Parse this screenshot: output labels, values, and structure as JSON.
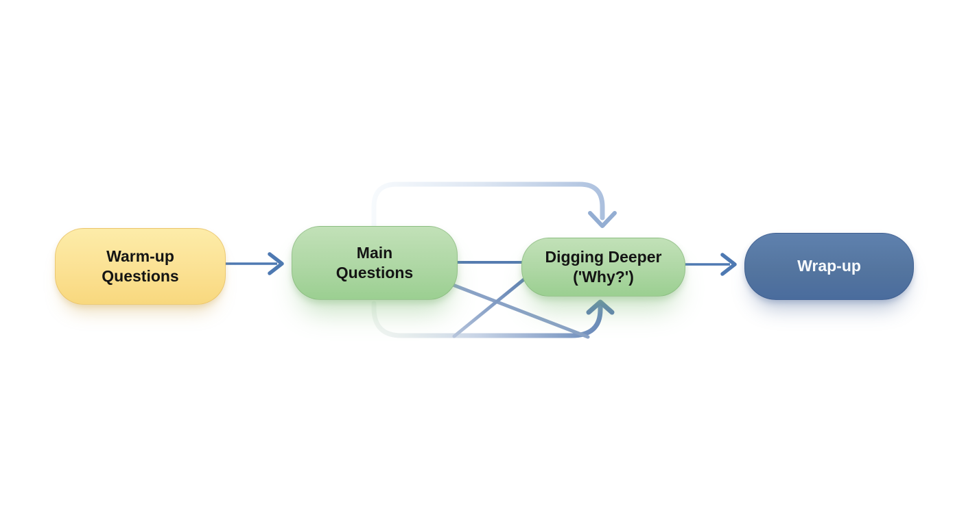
{
  "diagram": {
    "type": "flowchart",
    "background": "#ffffff",
    "nodes": [
      {
        "id": "warmup-questions",
        "lines": [
          "Warm-up",
          "Questions"
        ],
        "shape": "rounded-rect",
        "fill_top": "#fdeca9",
        "fill_bottom": "#f8d87e",
        "text_color": "#141414"
      },
      {
        "id": "main-questions",
        "lines": [
          "Main",
          "Questions"
        ],
        "shape": "rounded-rect",
        "fill_top": "#c2e1b8",
        "fill_bottom": "#9bcf91",
        "text_color": "#141414"
      },
      {
        "id": "digging-deeper",
        "lines": [
          "Digging Deeper",
          "('Why?')"
        ],
        "shape": "rounded-rect",
        "fill_top": "#c2e1b8",
        "fill_bottom": "#9bcf91",
        "text_color": "#141414"
      },
      {
        "id": "wrap-up",
        "lines": [
          "Wrap-up"
        ],
        "shape": "rounded-rect",
        "fill_top": "#5f81ae",
        "fill_bottom": "#4a6c9d",
        "text_color": "#f7fafc"
      }
    ],
    "edges": [
      {
        "from": "warmup-questions",
        "to": "main-questions",
        "style": "straight-horizontal",
        "arrowhead": "chevron-right",
        "color": "#4e79b2"
      },
      {
        "from": "main-questions",
        "to": "digging-deeper",
        "style": "straight-horizontal",
        "arrowhead": "none",
        "color": "#567cb0"
      },
      {
        "from": "main-questions",
        "to": "digging-deeper",
        "style": "loop-over-top",
        "arrowhead": "chevron-down",
        "color_start": "#f5f8fc",
        "color_end": "#93add2"
      },
      {
        "from": "main-questions",
        "to": "digging-deeper",
        "style": "loop-under-bottom",
        "arrowhead": "chevron-up",
        "color_start": "#e3ebe6",
        "color_end": "#5b7db0"
      },
      {
        "from": "main-questions",
        "to": "bottom-loop",
        "style": "diagonal-down",
        "arrowhead": "none",
        "color": "#8aa2c6"
      },
      {
        "from": "bottom-loop",
        "to": "digging-deeper",
        "style": "diagonal-up",
        "arrowhead": "none",
        "color": "#5a7db2"
      },
      {
        "from": "digging-deeper",
        "to": "wrap-up",
        "style": "straight-horizontal",
        "arrowhead": "chevron-right",
        "color": "#4e79b2"
      }
    ],
    "colors": {
      "arrow_accent": "#4e79b2",
      "loop_light": "#dde6f2",
      "loop_dark": "#6787ba",
      "yellow_top": "#fdeca9",
      "yellow_bottom": "#f8d87e",
      "green_top": "#c2e1b8",
      "green_bottom": "#9bcf91",
      "blue_top": "#5f81ae",
      "blue_bottom": "#4a6c9d",
      "background": "#ffffff"
    }
  }
}
